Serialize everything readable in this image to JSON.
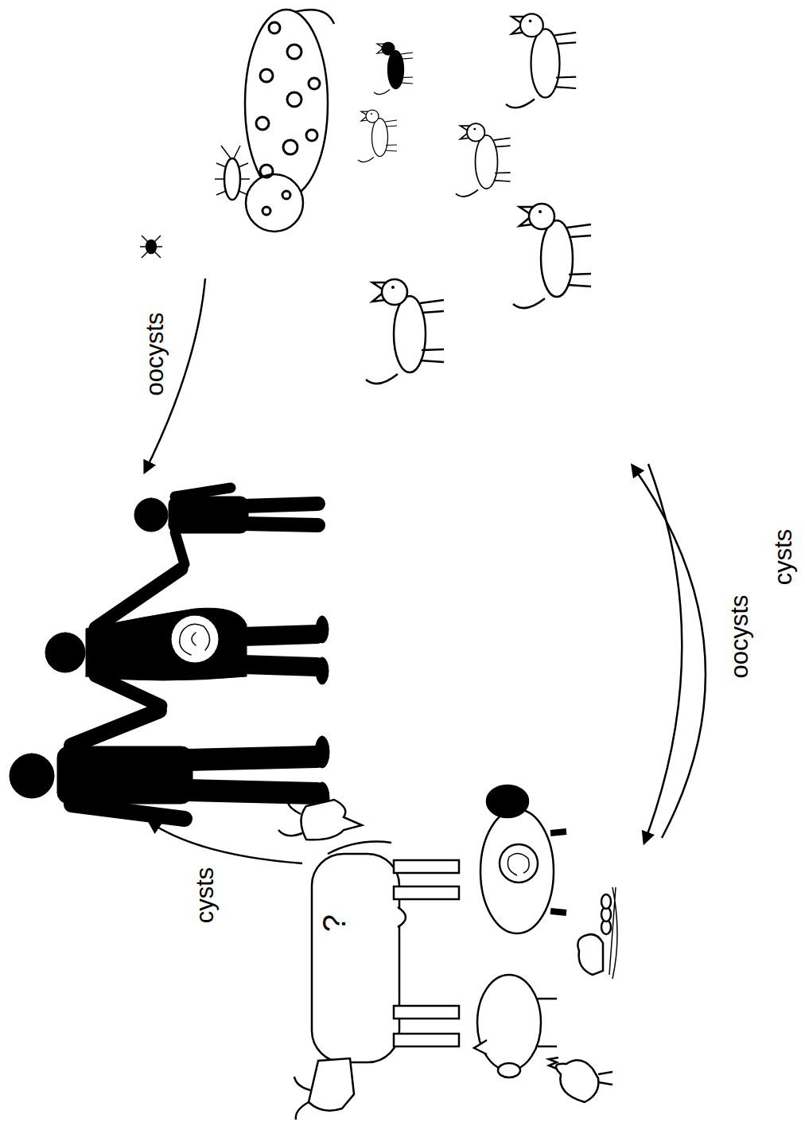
{
  "diagram": {
    "labels": [
      "cysts",
      "oocysts",
      "oocysts",
      "cysts",
      "?"
    ]
  }
}
